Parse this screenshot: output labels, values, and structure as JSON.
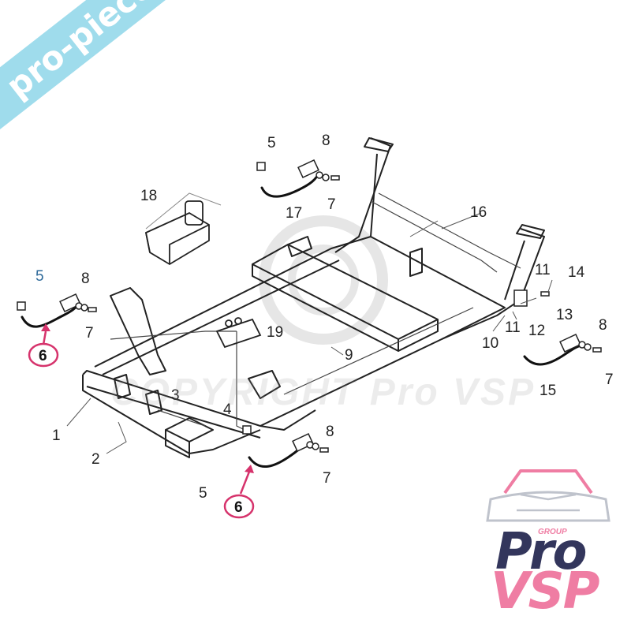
{
  "banner": {
    "text": "pro-piece-vsp.com",
    "color": "#9fdcec"
  },
  "watermark": {
    "text": "COPYRIGHT Pro VSP"
  },
  "logo": {
    "group": "GROUP",
    "pro": "Pro",
    "vsp": "VSP",
    "icon": "car-front-icon",
    "colors": {
      "dark": "#33365c",
      "pink": "#ef7da3"
    }
  },
  "highlight_color": "#d6336c",
  "parts": {
    "p1": "1",
    "p2": "2",
    "p3": "3",
    "p4": "4",
    "p5_top": "5",
    "p5_left": "5",
    "p5_bottom": "5",
    "p6_left": "6",
    "p6_bottom": "6",
    "p7_top": "7",
    "p7_left": "7",
    "p7_right": "7",
    "p7_bottom": "7",
    "p8_top": "8",
    "p8_left": "8",
    "p8_right": "8",
    "p8_bottom": "8",
    "p9": "9",
    "p10": "10",
    "p11_a": "11",
    "p11_b": "11",
    "p12": "12",
    "p13": "13",
    "p14": "14",
    "p15": "15",
    "p16": "16",
    "p17": "17",
    "p18": "18",
    "p19": "19"
  }
}
